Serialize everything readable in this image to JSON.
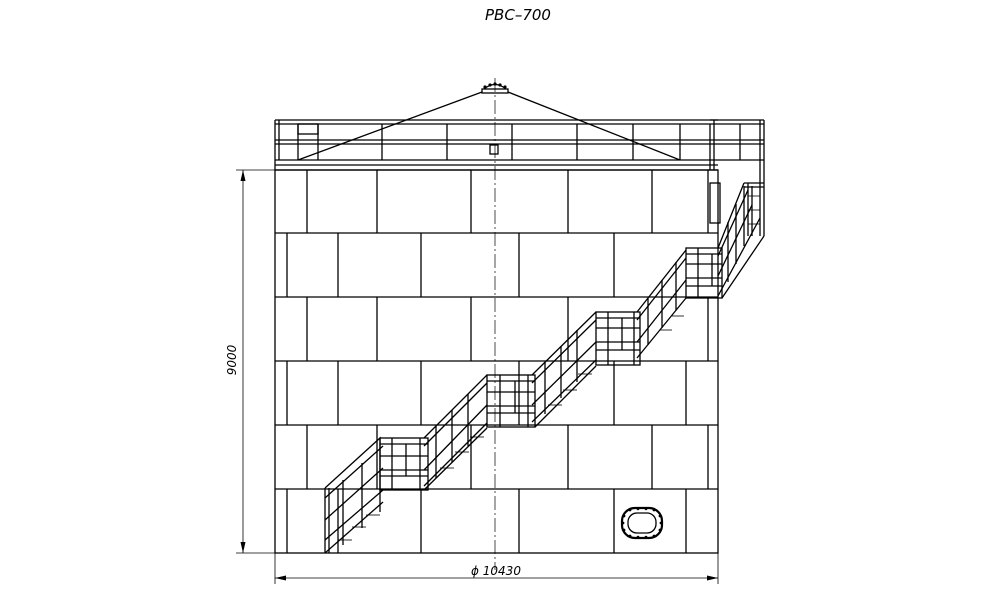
{
  "drawing": {
    "title": "РВС–700",
    "height_dimension": "9000",
    "diameter_dimension": "ϕ 10430"
  }
}
